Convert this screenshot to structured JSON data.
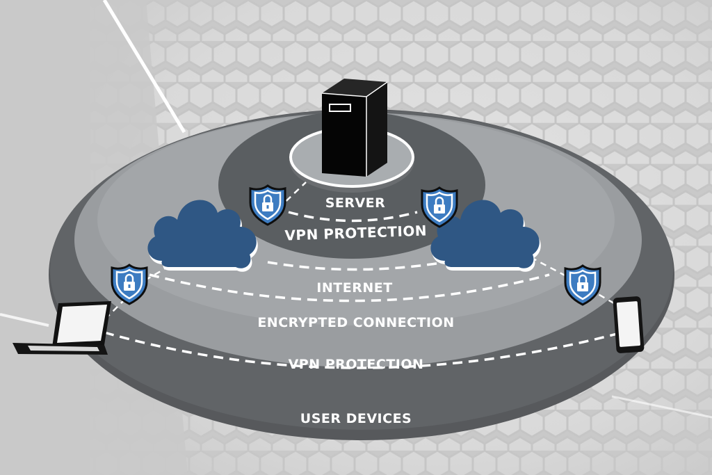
{
  "labels": {
    "server": "SERVER",
    "vpn_inner": "VPN PROTECTION",
    "internet": "INTERNET",
    "encrypted": "ENCRYPTED CONNECTION",
    "vpn_outer": "VPN PROTECTION",
    "user_devices": "USER DEVICES"
  },
  "colors": {
    "background": "#c9c9c9",
    "ring_outer": "#5f6366",
    "ring_mid": "#9a9da0",
    "ring_inner": "#5a5e61",
    "platform": "#a9adb0",
    "cloud": "#2f5784",
    "shield": "#3d7cc1",
    "server": "#000000"
  },
  "icons": [
    "server-icon",
    "cloud-icon",
    "shield-lock-icon",
    "laptop-icon",
    "smartphone-icon"
  ]
}
